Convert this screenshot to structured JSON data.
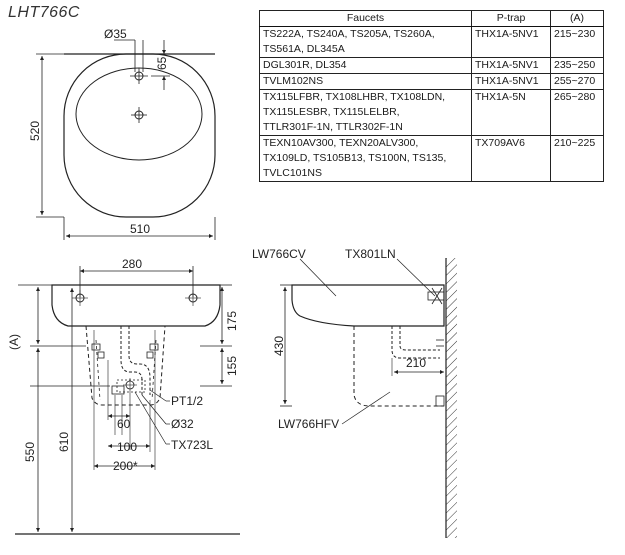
{
  "model": "LHT766C",
  "table": {
    "headers": [
      "Faucets",
      "P-trap",
      "(A)"
    ],
    "rows": [
      {
        "faucets": [
          "TS222A, TS240A, TS205A, TS260A,",
          "TS561A, DL345A"
        ],
        "ptrap": "THX1A-5NV1",
        "a": "215~230"
      },
      {
        "faucets": [
          "DGL301R, DL354"
        ],
        "ptrap": "THX1A-5NV1",
        "a": "235~250"
      },
      {
        "faucets": [
          "TVLM102NS"
        ],
        "ptrap": "THX1A-5NV1",
        "a": "255~270"
      },
      {
        "faucets": [
          "TX115LFBR, TX108LHBR, TX108LDN,",
          "TX115LESBR, TX115LELBR,",
          "TTLR301F-1N, TTLR302F-1N"
        ],
        "ptrap": "THX1A-5N",
        "a": "265~280"
      },
      {
        "faucets": [
          "TEXN10AV300, TEXN20ALV300,",
          "TX109LD, TS105B13, TS100N, TS135,",
          "TVLC101NS"
        ],
        "ptrap": "TX709AV6",
        "a": "210~225"
      }
    ]
  },
  "top_view": {
    "d_hole": "Ø35",
    "d_65": "65",
    "d_520": "520",
    "d_510": "510"
  },
  "front_view": {
    "d_280": "280",
    "d_175": "175",
    "d_155": "155",
    "d_a": "(A)",
    "d_610": "610",
    "d_550": "550",
    "d_60": "60",
    "d_100": "100",
    "d_200": "200*",
    "pt": "PT1/2",
    "d_32": "Ø32",
    "trap": "TX723L"
  },
  "side_view": {
    "lw766cv": "LW766CV",
    "tx801ln": "TX801LN",
    "d_430": "430",
    "d_210": "210",
    "lw766hfv": "LW766HFV"
  }
}
